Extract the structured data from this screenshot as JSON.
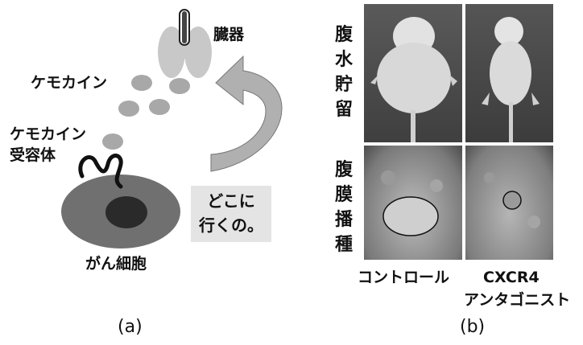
{
  "panel_a": {
    "organ_label": "臓器",
    "chemokine_label": "ケモカイン",
    "receptor_label_line1": "ケモカイン",
    "receptor_label_line2": "受容体",
    "cell_label": "がん細胞",
    "callout_line1": "どこに",
    "callout_line2": "行くの。",
    "caption": "(a)"
  },
  "panel_b": {
    "row1_chars": [
      "腹",
      "水",
      "貯",
      "留"
    ],
    "row2_chars": [
      "腹",
      "膜",
      "播",
      "種"
    ],
    "col1_label": "コントロール",
    "col2_label_line1": "CXCR4",
    "col2_label_line2": "アンタゴニスト",
    "caption": "(b)"
  },
  "colors": {
    "cell_fill": "#707070",
    "nucleus": "#2a2a2a",
    "chemokine_dot": "#a8a8a8",
    "organ": "#c8c8c8",
    "arrow": "#b0b0b0",
    "callout_bg": "#e4e4e4"
  }
}
